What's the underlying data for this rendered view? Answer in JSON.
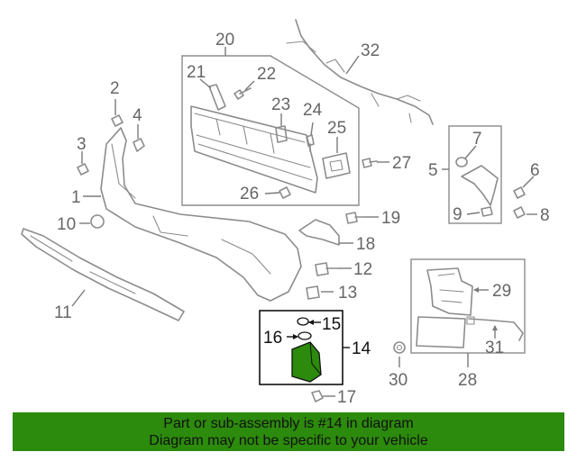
{
  "callouts": {
    "c1": "1",
    "c2": "2",
    "c3": "3",
    "c4": "4",
    "c5": "5",
    "c6": "6",
    "c7": "7",
    "c8": "8",
    "c9": "9",
    "c10": "10",
    "c11": "11",
    "c12": "12",
    "c13": "13",
    "c14": "14",
    "c15": "15",
    "c16": "16",
    "c17": "17",
    "c18": "18",
    "c19": "19",
    "c20": "20",
    "c21": "21",
    "c22": "22",
    "c23": "23",
    "c24": "24",
    "c25": "25",
    "c26": "26",
    "c27": "27",
    "c28": "28",
    "c29": "29",
    "c30": "30",
    "c31": "31",
    "c32": "32"
  },
  "highlighted_part": "14",
  "highlight_color": "#2c8a0c",
  "banner": {
    "line1": "Part or sub-assembly is #14 in diagram",
    "line2": "Diagram may not be specific to your vehicle",
    "background": "#2c8a0c"
  }
}
